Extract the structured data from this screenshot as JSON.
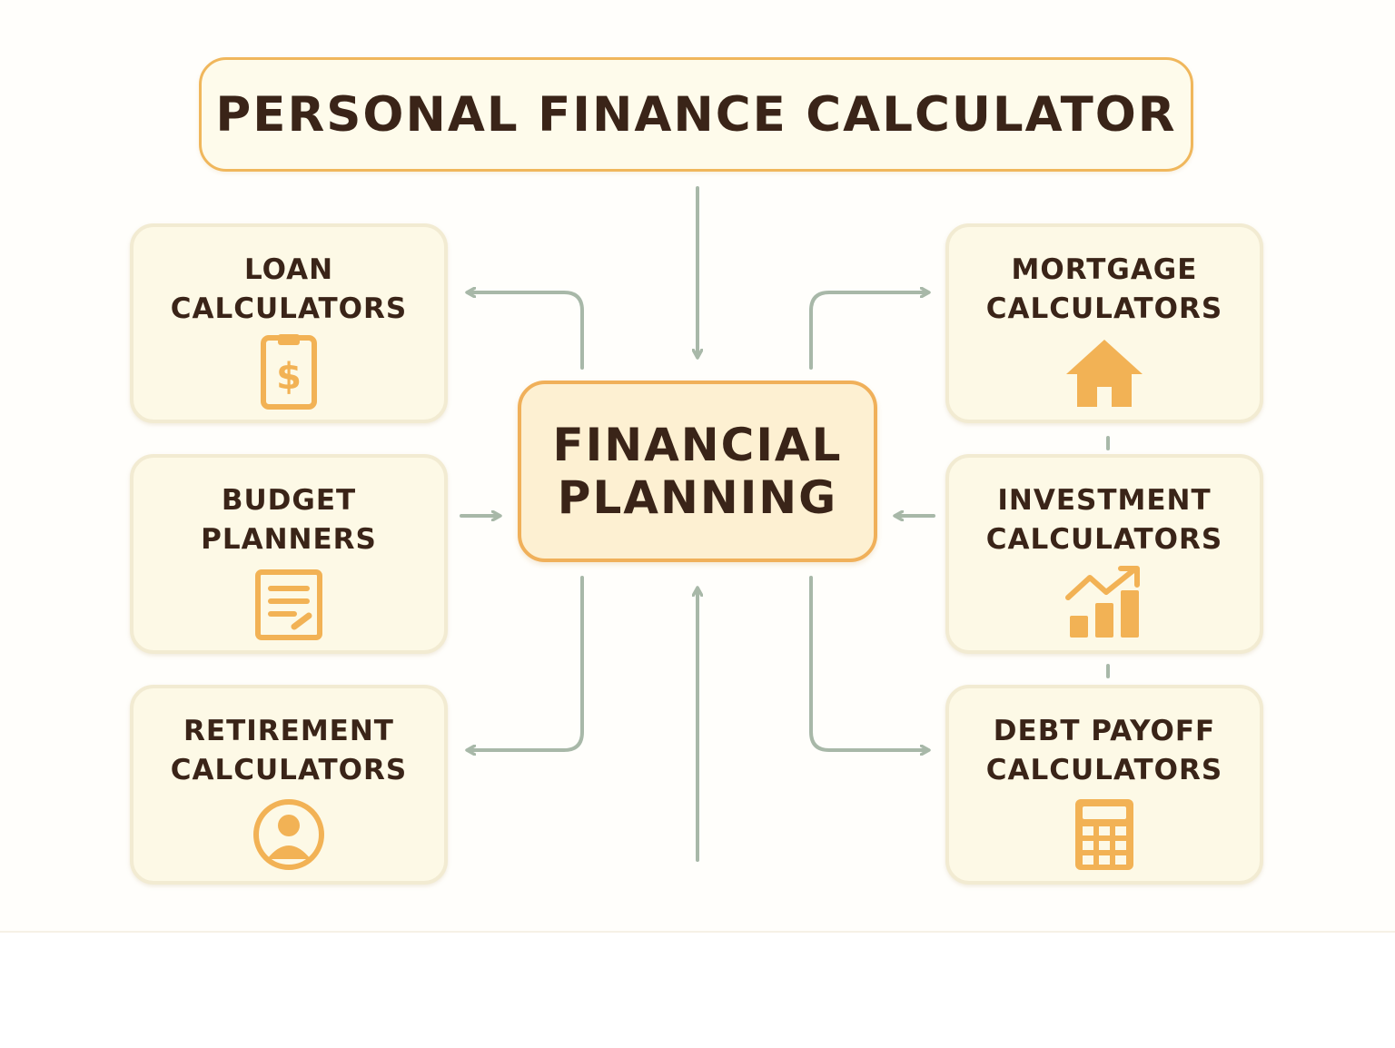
{
  "diagram": {
    "title": "PERSONAL FINANCE CALCULATOR",
    "center": {
      "line1": "FINANCIAL",
      "line2": "PLANNING"
    },
    "left_cards": [
      {
        "line1": "LOAN",
        "line2": "CALCULATORS",
        "icon": "clipboard-dollar-icon"
      },
      {
        "line1": "BUDGET",
        "line2": "PLANNERS",
        "icon": "document-list-icon"
      },
      {
        "line1": "RETIREMENT",
        "line2": "CALCULATORS",
        "icon": "person-avatar-icon"
      }
    ],
    "right_cards": [
      {
        "line1": "MORTGAGE",
        "line2": "CALCULATORS",
        "icon": "house-icon"
      },
      {
        "line1": "INVESTMENT",
        "line2": "CALCULATORS",
        "icon": "growth-chart-icon"
      },
      {
        "line1": "DEBT PAYOFF",
        "line2": "CALCULATORS",
        "icon": "calculator-icon"
      }
    ]
  },
  "colors": {
    "accent": "#f2b255",
    "connector": "#a8b8a8",
    "text": "#3a2418",
    "card_fill": "#fdf9e6",
    "card_border": "#f2ebd2",
    "center_fill": "#fdf0d2"
  }
}
